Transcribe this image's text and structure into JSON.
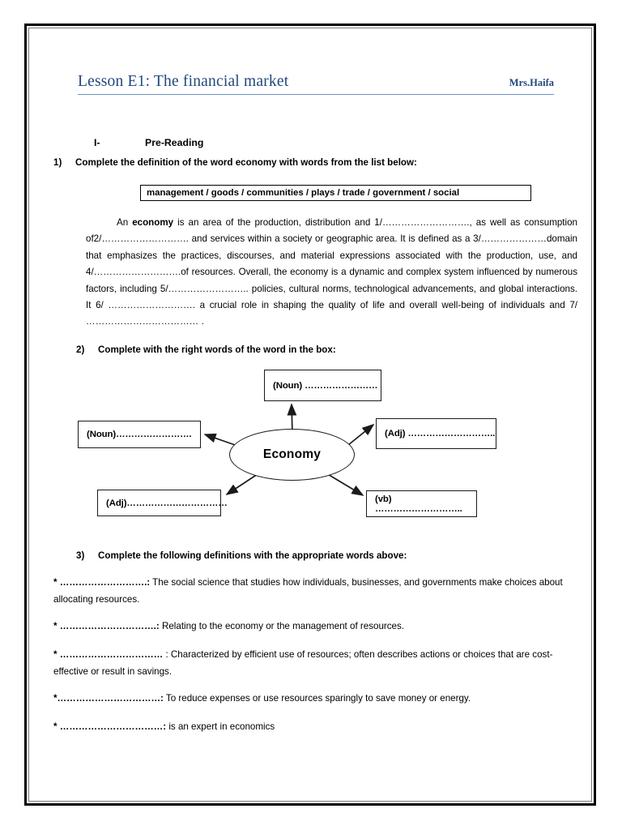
{
  "header": {
    "title": "Lesson E1: The financial market",
    "author": "Mrs.Haifa",
    "title_color": "#22477d",
    "rule_color": "#6e92c4"
  },
  "section": {
    "numeral": "I-",
    "label": "Pre-Reading"
  },
  "tasks": [
    {
      "number": "1)",
      "label": "Complete the definition of the word economy with words from the list below:"
    },
    {
      "number": "2)",
      "label": "Complete with the right words of the word in the box:"
    },
    {
      "number": "3)",
      "label": "Complete the following definitions with the appropriate words above:"
    }
  ],
  "wordbank": {
    "text": "management / goods / communities / plays / trade / government / social",
    "words": [
      "management",
      "goods",
      "communities",
      "plays",
      "trade",
      "government",
      "social"
    ]
  },
  "paragraph": {
    "p1": "An ",
    "bold1": "economy",
    "p2": " is an area of the production, distribution and 1/………………………., as well as consumption of2/………………………. and services within a society or geographic area. It is defined as a 3/…………………domain that emphasizes the practices, discourses, and material expressions associated with the production, use, and 4/……………………….of resources. Overall, the economy is a dynamic and complex system influenced by numerous factors, including 5/…………………….. policies, cultural norms, technological advancements, and global interactions. It 6/ ………………………. a crucial role in shaping the quality of life and overall well-being of individuals and 7/ ……………………………… ."
  },
  "diagram": {
    "center_label": "Economy",
    "boxes": [
      {
        "id": "top",
        "label": "(Noun) ……………………"
      },
      {
        "id": "left",
        "label": "(Noun)……………………."
      },
      {
        "id": "right",
        "label": "(Adj) ……………………….."
      },
      {
        "id": "bottomleft",
        "label": "(Adj)……………………………"
      },
      {
        "id": "bottomright",
        "label": "(vb) ……………………….."
      }
    ]
  },
  "definitions": [
    {
      "blank": "* ……………………….:",
      "text": " The social science that studies how individuals, businesses, and governments make choices about allocating resources."
    },
    {
      "blank": "* ………………………….:",
      "text": " Relating to the economy or the management of resources."
    },
    {
      "blank": "* ……………………………",
      "text": " : Characterized by efficient use of resources; often describes actions or choices that are cost-effective or result in savings."
    },
    {
      "blank": "*……………………………:",
      "text": " To reduce expenses or use resources sparingly to save money or energy."
    },
    {
      "blank": "* ……………………………:",
      "text": " is an expert in economics"
    }
  ]
}
